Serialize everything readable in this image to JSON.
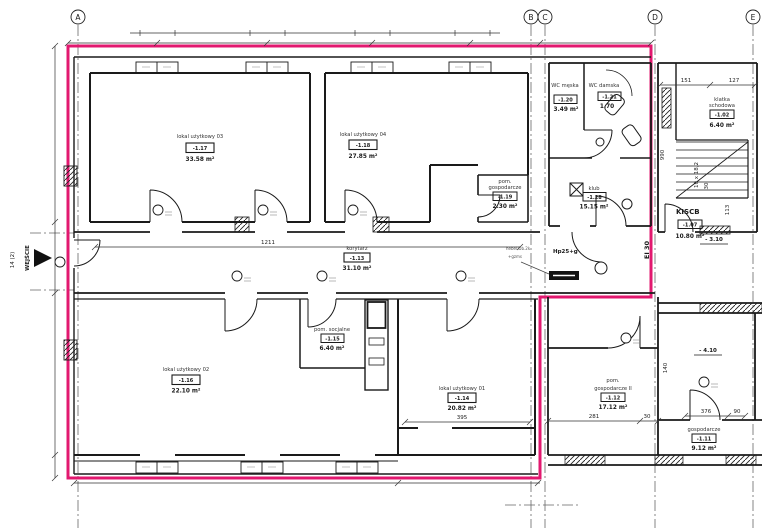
{
  "drawing": {
    "type": "architectural-floor-plan-basement",
    "accent_pink": "#e2186f",
    "line_color": "#1a1a1a"
  },
  "grid": {
    "letters": [
      "A",
      "B",
      "C",
      "D",
      "E"
    ]
  },
  "rooms": [
    {
      "name": "lokal użytkowy 03",
      "tag": "-1.17",
      "area": "33.58 m²"
    },
    {
      "name": "lokal użytkowy 04",
      "tag": "-1.18",
      "area": "27.85 m²"
    },
    {
      "name_l1": "pom.",
      "name_l2": "gospodarcze",
      "tag": "-1.19",
      "area": "2.30 m²"
    },
    {
      "name": "WC męska",
      "tag": "-1.20",
      "area": "3.49 m²"
    },
    {
      "name": "WC damska",
      "tag": "-1.21",
      "area": "1.70"
    },
    {
      "name": "klub",
      "tag": "-1.28",
      "area": "15.15 m²"
    },
    {
      "name_l1": "klatka",
      "name_l2": "schodowa",
      "tag": "-1.02",
      "area": "6.40 m²"
    },
    {
      "name": "korytarz",
      "tag": "-1.13",
      "area": "31.10 m²"
    },
    {
      "name": "lokal użytkowy 02",
      "tag": "-1.16",
      "area": "22.10 m²"
    },
    {
      "name": "pom. socjalne",
      "tag": "-1.15",
      "area": "6.40 m²"
    },
    {
      "name": "lokal użytkowy 01",
      "tag": "-1.14",
      "area": "20.82 m²"
    },
    {
      "name_l1": "pom.",
      "name_l2": "gospodarcze II",
      "tag": "-1.12",
      "area": "17.12 m²"
    },
    {
      "name": "gospodarcze",
      "tag": "-1.11",
      "area": "9.12 m²"
    },
    {
      "name": "KISCB",
      "tag": "-1.07",
      "area": "10.80 m²"
    }
  ],
  "labels": {
    "entrance": "WEJŚCIE",
    "fire_rating": "EI 30",
    "radiator": "Hp25+g",
    "note1": "hebel Db.2k",
    "note2": "+gzms",
    "stair_run": "10 x 18,2",
    "stair_width": "30",
    "level1": "- 3.10",
    "level2": "- 4.10"
  },
  "dimensions": {
    "corridor": "1211",
    "lokal01": "395",
    "gosp2_a": "281",
    "gosp2_b": "30",
    "right_v": "140",
    "gosp_a": "376",
    "gosp_b": "90",
    "stair_a": "151",
    "stair_b": "127",
    "stair_v": "990",
    "stair_s": "113",
    "left_v": "14 (2)"
  }
}
